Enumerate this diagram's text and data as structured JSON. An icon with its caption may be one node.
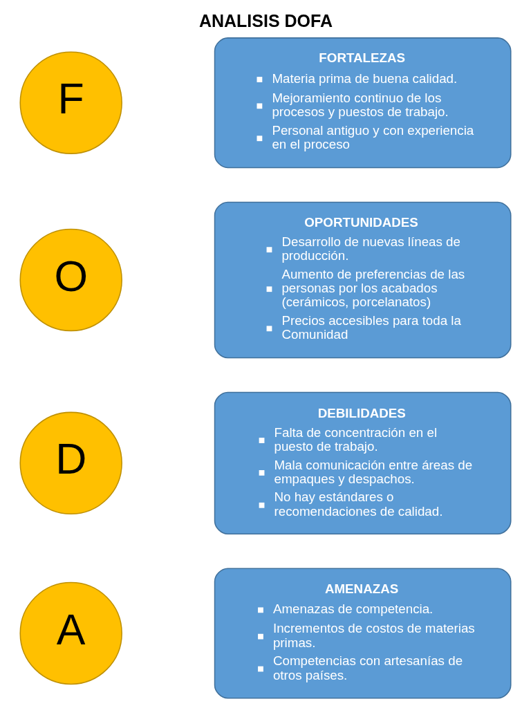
{
  "diagram": {
    "title": "ANALISIS DOFA",
    "nodes": [
      {
        "text": [
          "F"
        ]
      },
      {
        "text": [
          "FORTALEZAS",
          "Materia prima de buena calidad.",
          "Mejoramiento continuo de los procesos y puestos de trabajo.",
          "Personal antiguo y con experiencia en el proceso"
        ]
      },
      {
        "text": [
          "O"
        ]
      },
      {
        "text": [
          "OPORTUNIDADES",
          "Desarrollo de nuevas líneas de producción.",
          "Aumento de preferencias de las personas por los acabados (cerámicos, porcelanatos)",
          "Precios accesibles para toda la Comunidad"
        ]
      },
      {
        "text": [
          "D"
        ]
      },
      {
        "text": [
          "DEBILIDADES",
          "Falta de concentración en el puesto de trabajo.",
          "Mala comunicación entre áreas de empaques y despachos.",
          "No hay estándares o recomendaciones de calidad."
        ]
      },
      {
        "text": [
          "A"
        ]
      },
      {
        "text": [
          "AMENAZAS",
          "Amenazas de competencia.",
          "Incrementos de costos de materias primas.",
          "Competencias con artesanías de otros países."
        ]
      }
    ],
    "edges": []
  }
}
